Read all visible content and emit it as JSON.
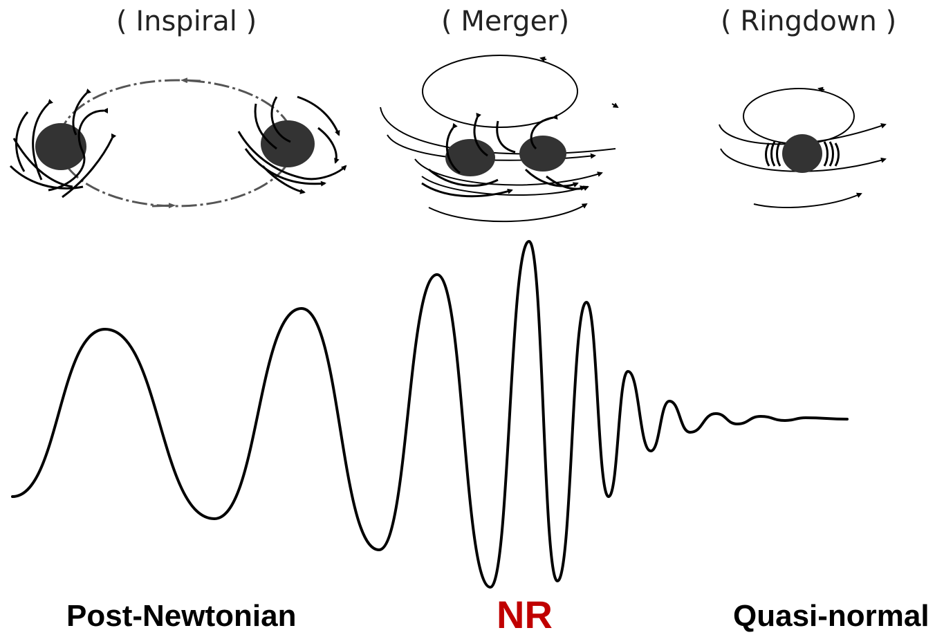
{
  "phases": {
    "inspiral": "( Inspiral )",
    "merger": "( Merger)",
    "ringdown": "( Ringdown )"
  },
  "methods": {
    "post_newtonian": "Post-Newtonian",
    "nr": "NR",
    "quasi_normal": "Quasi-normal"
  },
  "colors": {
    "nr_label": "#c00000",
    "black_hole": "#333333",
    "waveform": "#000000"
  }
}
